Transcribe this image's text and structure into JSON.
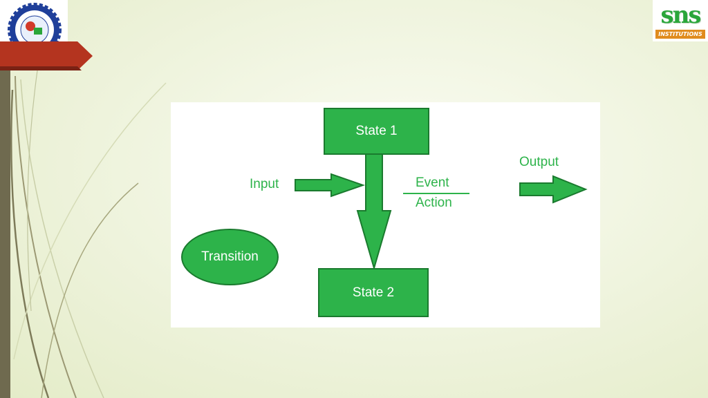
{
  "logos": {
    "right_brand": "sns",
    "right_sub": "INSTITUTIONS"
  },
  "diagram": {
    "state1": "State 1",
    "state2": "State 2",
    "input": "Input",
    "event": "Event",
    "action": "Action",
    "output": "Output",
    "transition": "Transition",
    "fill_color": "#2db34a",
    "stroke_color": "#1a7a2e"
  }
}
